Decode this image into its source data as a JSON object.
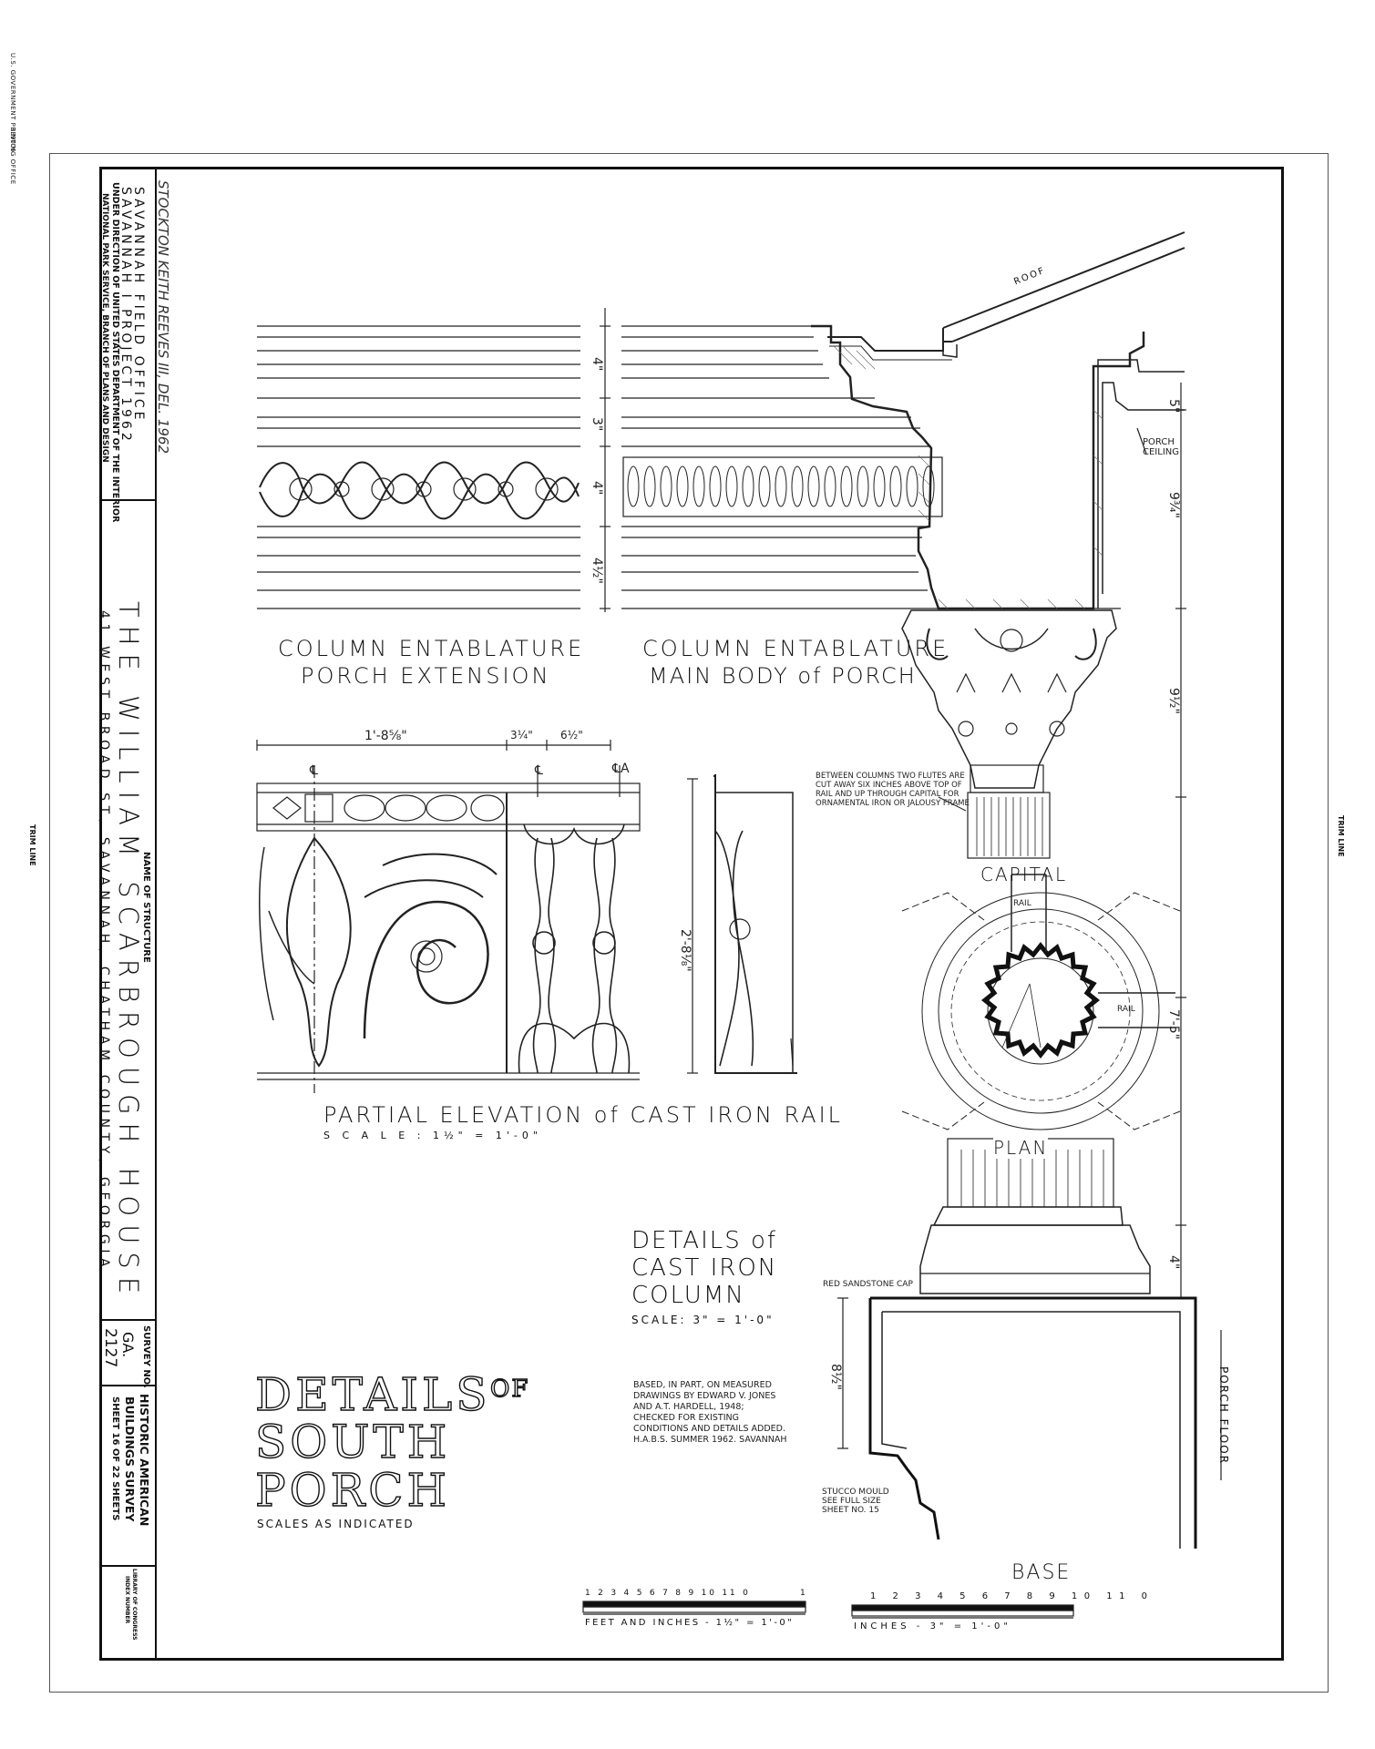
{
  "margin": {
    "gpo_text": "U.S. GOVERNMENT PRINTING OFFICE",
    "gpo_number": "339006",
    "trim_left": "TRIM LINE",
    "trim_right": "TRIM LINE"
  },
  "title_block": {
    "delineator": "STOCKTON KEITH REEVES III, DEL. 1962",
    "office": "SAVANNAH FIELD OFFICE",
    "project": "SAVANNAH I PROJECT 1962",
    "direction_line1": "UNDER DIRECTION OF UNITED STATES DEPARTMENT OF THE INTERIOR",
    "direction_line2": "NATIONAL PARK SERVICE, BRANCH OF PLANS AND DESIGN",
    "name_caption": "NAME OF STRUCTURE",
    "structure_name": "THE WILLIAM SCARBROUGH HOUSE",
    "address": "41 WEST BROAD ST, SAVANNAH, CHATHAM COUNTY, GEORGIA",
    "survey_caption": "SURVEY NO.",
    "survey_state": "GA.",
    "survey_number": "2127",
    "habs_line1": "HISTORIC AMERICAN",
    "habs_line2": "BUILDINGS SURVEY",
    "sheet": "SHEET 16 OF 22 SHEETS",
    "loc_line1": "LIBRARY OF CONGRESS",
    "loc_line2": "INDEX NUMBER"
  },
  "drawings": {
    "entablature_ext_title1": "COLUMN ENTABLATURE",
    "entablature_ext_title2": "PORCH EXTENSION",
    "entablature_main_title1": "COLUMN ENTABLATURE",
    "entablature_main_title2": "MAIN BODY of PORCH",
    "dims_entablature": [
      "4\"",
      "3\"",
      "4\"",
      "4½\""
    ],
    "roof_label": "ROOF",
    "porch_ceiling_label": "PORCH CEILING",
    "dim_5": "5\"",
    "dim_9_3_4": "9¾\"",
    "dim_9_1_2": "9½\"",
    "dim_7_5": "7'-5\"",
    "dim_4_base": "4\"",
    "dim_8_1_2": "8½\"",
    "rail_dims": [
      "1'-8⅝\"",
      "3¼\"",
      "6½\""
    ],
    "rail_height": "2'-8⅛\"",
    "rail_cl": "℄",
    "rail_cla": "℄A",
    "rail_title": "PARTIAL ELEVATION of CAST IRON RAIL",
    "rail_scale": "S C A L E : 1½\" = 1'-0\"",
    "flutes_note": "BETWEEN COLUMNS TWO FLUTES ARE CUT AWAY SIX INCHES ABOVE TOP OF RAIL AND UP THROUGH CAPITAL FOR ORNAMENTAL IRON OR JALOUSY FRAME",
    "capital_label": "CAPITAL",
    "rail_label": "RAIL",
    "plan_label": "PLAN",
    "column_title1": "DETAILS of",
    "column_title2": "CAST IRON",
    "column_title3": "COLUMN",
    "column_scale": "SCALE: 3\" = 1'-0\"",
    "sandstone_label": "RED SANDSTONE CAP",
    "porch_floor_label": "PORCH FLOOR",
    "stucco_note": "STUCCO MOULD SEE FULL SIZE SHEET NO. 15",
    "base_label": "BASE",
    "based_note": "BASED, IN PART, ON MEASURED DRAWINGS BY EDWARD V. JONES AND A.T. HARDELL, 1948; CHECKED FOR EXISTING CONDITIONS AND DETAILS ADDED. H.A.B.S. SUMMER 1962. SAVANNAH",
    "main_title1": "DETAILS",
    "main_title_of": "OF",
    "main_title2": "SOUTH",
    "main_title3": "PORCH",
    "main_scales": "SCALES AS INDICATED",
    "scale1_label": "FEET AND INCHES - 1½\" = 1'-0\"",
    "scale1_ticks": "1 2 3 4 5 6 7 8 9 10 11 0",
    "scale1_end": "1",
    "scale2_label": "INCHES - 3\" = 1'-0\"",
    "scale2_ticks": "1 2 3 4 5 6 7 8 9 10 11 0"
  }
}
